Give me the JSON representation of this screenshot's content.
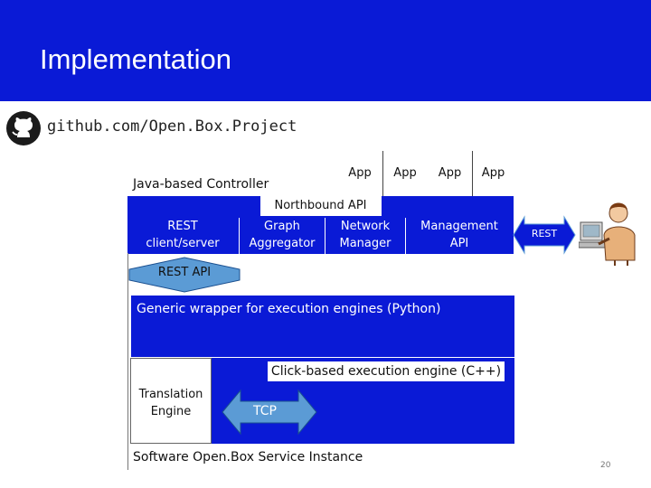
{
  "slide": {
    "title": "Implementation",
    "github_link": "github.com/Open.Box.Project",
    "page_number": "20"
  },
  "diagram": {
    "controller_label": "Java-based Controller",
    "apps": [
      "App",
      "App",
      "App",
      "App"
    ],
    "northbound_label": "Northbound API",
    "modules": [
      {
        "line1": "REST",
        "line2": "client/server"
      },
      {
        "line1": "Graph",
        "line2": "Aggregator"
      },
      {
        "line1": "Network",
        "line2": "Manager"
      },
      {
        "line1": "Management",
        "line2": "API"
      }
    ],
    "rest_arrow_label": "REST",
    "rest_api_label": "REST API",
    "generic_wrapper_label": "Generic wrapper for execution engines (Python)",
    "click_engine_label": "Click-based execution engine (C++)",
    "translation_engine": {
      "line1": "Translation",
      "line2": "Engine"
    },
    "tcp_label": "TCP",
    "service_instance_label": "Software Open.Box Service Instance"
  },
  "colors": {
    "primary_blue": "#0a1ad6",
    "arrow_blue": "#5b9bd5",
    "white": "#ffffff"
  }
}
